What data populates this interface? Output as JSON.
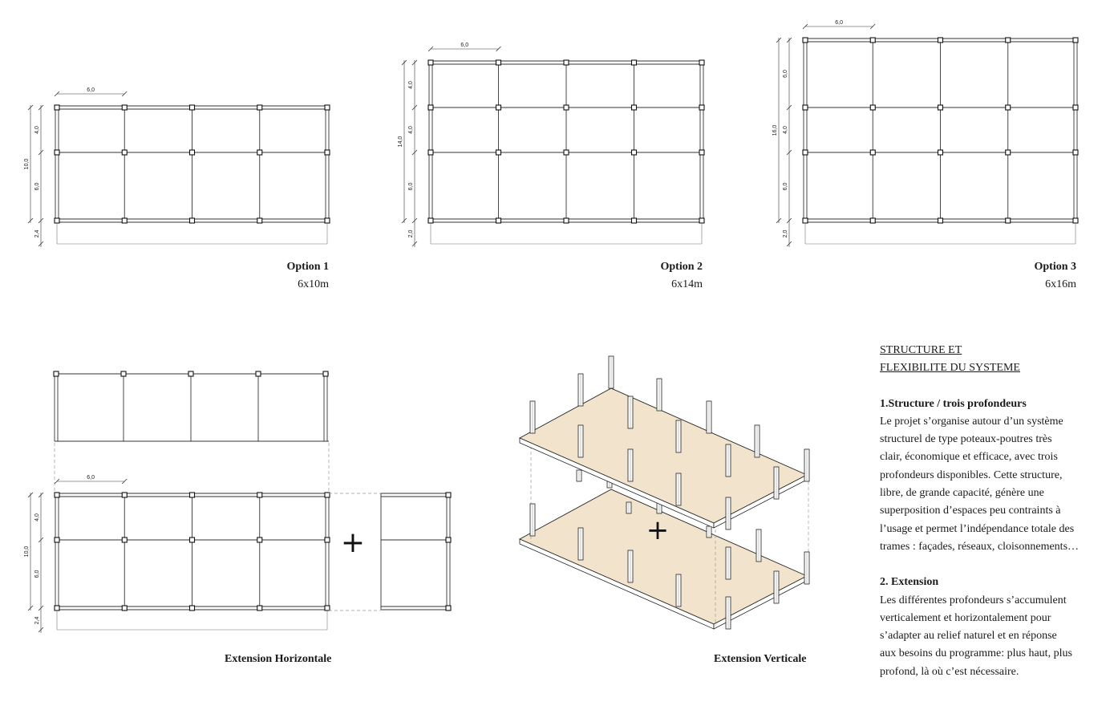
{
  "options": [
    {
      "title": "Option 1",
      "size": "6x10m",
      "grid_dim": "6,0",
      "total_dim": "10,0",
      "bays": [
        "4,0",
        "6,0"
      ],
      "cantilever": "2,4"
    },
    {
      "title": "Option 2",
      "size": "6x14m",
      "grid_dim": "6,0",
      "total_dim": "14,0",
      "bays": [
        "4,0",
        "4,0",
        "6,0"
      ],
      "cantilever": "2,0"
    },
    {
      "title": "Option 3",
      "size": "6x16m",
      "grid_dim": "6,0",
      "total_dim": "16,0",
      "bays": [
        "6,0",
        "4,0",
        "6,0"
      ],
      "cantilever": "2,0"
    }
  ],
  "extension_horizontal": {
    "caption": "Extension Horizontale",
    "grid_dim": "6,0",
    "total_dim": "10,0",
    "bays": [
      "4,0",
      "6,0"
    ],
    "cantilever": "2,4",
    "plus": "+"
  },
  "extension_vertical": {
    "caption": "Extension Verticale",
    "plus": "+",
    "slab_color": "#f2e4cc"
  },
  "text_panel": {
    "title_line1": "STRUCTURE ET",
    "title_line2": "FLEXIBILITE DU SYSTEME",
    "section1_heading": "1.Structure / trois profondeurs",
    "section1_lines": [
      "Le projet s’organise autour d’un système",
      "structurel de type poteaux-poutres très",
      "clair, économique et efficace, avec trois",
      "profondeurs disponibles. Cette structure,",
      "libre, de grande capacité, génère une",
      "superposition d’espaces peu contraints à",
      "l’usage et permet l’indépendance totale des",
      "trames : façades, réseaux, cloisonnements…"
    ],
    "section2_heading": "2. Extension",
    "section2_lines": [
      "Les différentes profondeurs s’accumulent",
      "verticalement et horizontalement pour",
      "s’adapter au relief naturel et en réponse",
      "aux besoins du programme: plus haut, plus",
      "profond, là où c’est nécessaire."
    ]
  }
}
